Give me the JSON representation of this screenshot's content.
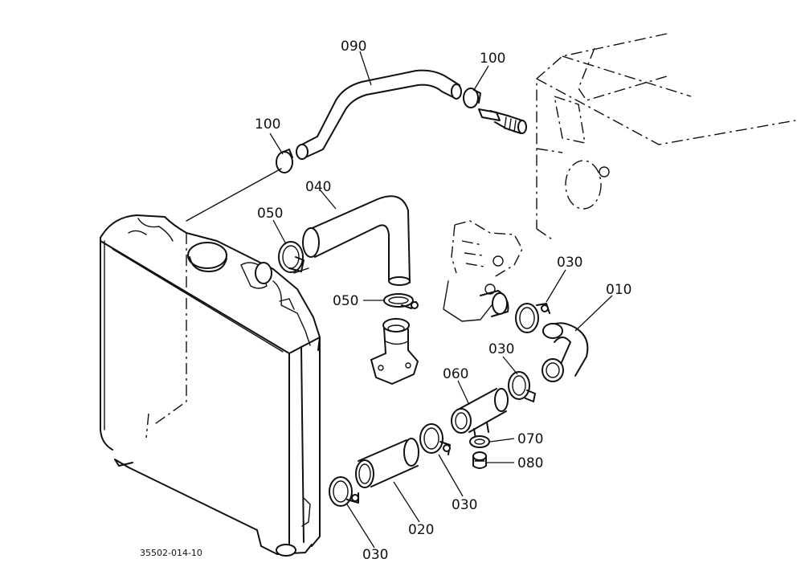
{
  "labels": {
    "p010": "010",
    "p020": "020",
    "p030a": "030",
    "p030b": "030",
    "p030c": "030",
    "p030d": "030",
    "p040": "040",
    "p050a": "050",
    "p050b": "050",
    "p060": "060",
    "p070": "070",
    "p080": "080",
    "p090": "090",
    "p100a": "100",
    "p100b": "100"
  },
  "drawing_code": "35502-014-10"
}
